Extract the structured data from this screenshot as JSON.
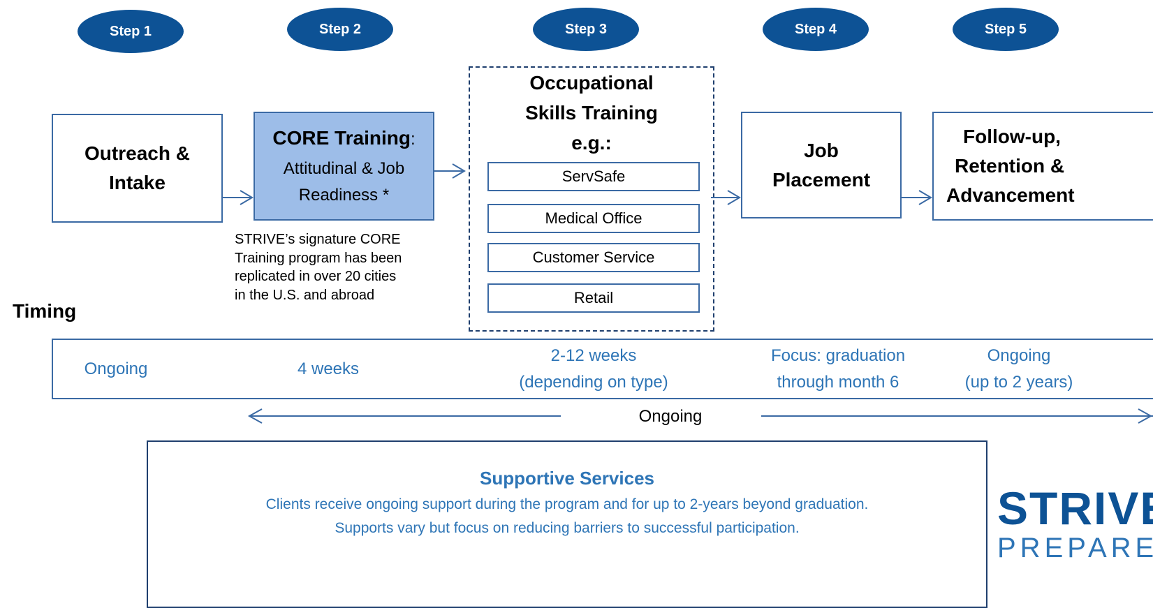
{
  "steps": [
    "Step 1",
    "Step 2",
    "Step 3",
    "Step 4",
    "Step 5"
  ],
  "outreach": {
    "line1": "Outreach &",
    "line2": "Intake"
  },
  "core": {
    "title": "CORE Training",
    "colon": ":",
    "line1": "Attitudinal & Job",
    "line2": "Readiness *"
  },
  "core_note": [
    "STRIVE’s signature CORE",
    "Training program has been",
    "replicated in over 20 cities",
    "in the U.S. and abroad"
  ],
  "occupational": {
    "title_lines": [
      "Occupational",
      "Skills Training",
      "e.g.:"
    ],
    "items": [
      "ServSafe",
      "Medical Office",
      "Customer Service",
      "Retail"
    ]
  },
  "job_placement": {
    "line1": "Job",
    "line2": "Placement"
  },
  "followup": {
    "line1": "Follow-up,",
    "line2": "Retention &",
    "line3": "Advancement"
  },
  "timing": {
    "label": "Timing",
    "cells": [
      {
        "line1": "Ongoing",
        "line2": ""
      },
      {
        "line1": "4 weeks",
        "line2": ""
      },
      {
        "line1": "2-12 weeks",
        "line2": "(depending on type)"
      },
      {
        "line1": "Focus: graduation",
        "line2": "through month 6"
      },
      {
        "line1": "Ongoing",
        "line2": "(up to 2 years)"
      }
    ],
    "ongoing_span": "Ongoing"
  },
  "supportive": {
    "title": "Supportive Services",
    "line1": "Clients receive ongoing support during the program and for up to 2-years beyond graduation.",
    "line2": "Supports vary but focus on reducing barriers to successful participation."
  },
  "logo": {
    "main": "STRIVE",
    "sub": "PREPARES"
  },
  "colors": {
    "step_fill": "#0d5295",
    "core_fill": "#9dbde8",
    "accent_text": "#2e75b6",
    "box_border": "#3b6aa4"
  }
}
